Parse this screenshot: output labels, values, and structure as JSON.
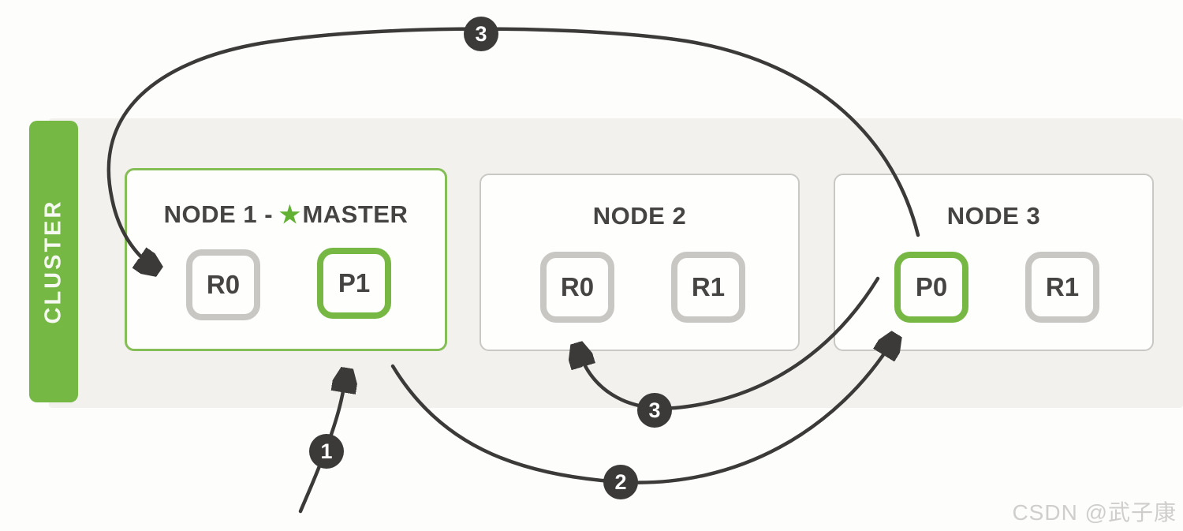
{
  "diagram": {
    "cluster_label": "CLUSTER",
    "nodes": [
      {
        "title_prefix": "NODE 1 -",
        "star_icon": "★",
        "master_label": "MASTER",
        "shards": [
          {
            "label": "R0",
            "type": "replica"
          },
          {
            "label": "P1",
            "type": "primary"
          }
        ]
      },
      {
        "title": "NODE 2",
        "shards": [
          {
            "label": "R0",
            "type": "replica"
          },
          {
            "label": "R1",
            "type": "replica"
          }
        ]
      },
      {
        "title": "NODE 3",
        "shards": [
          {
            "label": "P0",
            "type": "primary"
          },
          {
            "label": "R1",
            "type": "replica"
          }
        ]
      }
    ],
    "step_badges": [
      {
        "label": "3",
        "position": "top-arc"
      },
      {
        "label": "1",
        "position": "bottom-left"
      },
      {
        "label": "2",
        "position": "bottom-center"
      },
      {
        "label": "3",
        "position": "bottom-right"
      }
    ],
    "colors": {
      "green": "#75b843",
      "shard_primary_border": "#77b845",
      "shard_replica_border": "#c8c7c4",
      "node_master_border": "#85bd56",
      "node_border": "#c9c8c5",
      "band_background": "#f2f1ee",
      "arrow": "#3b3a39",
      "text": "#454443"
    }
  },
  "watermark": "CSDN @武子康"
}
